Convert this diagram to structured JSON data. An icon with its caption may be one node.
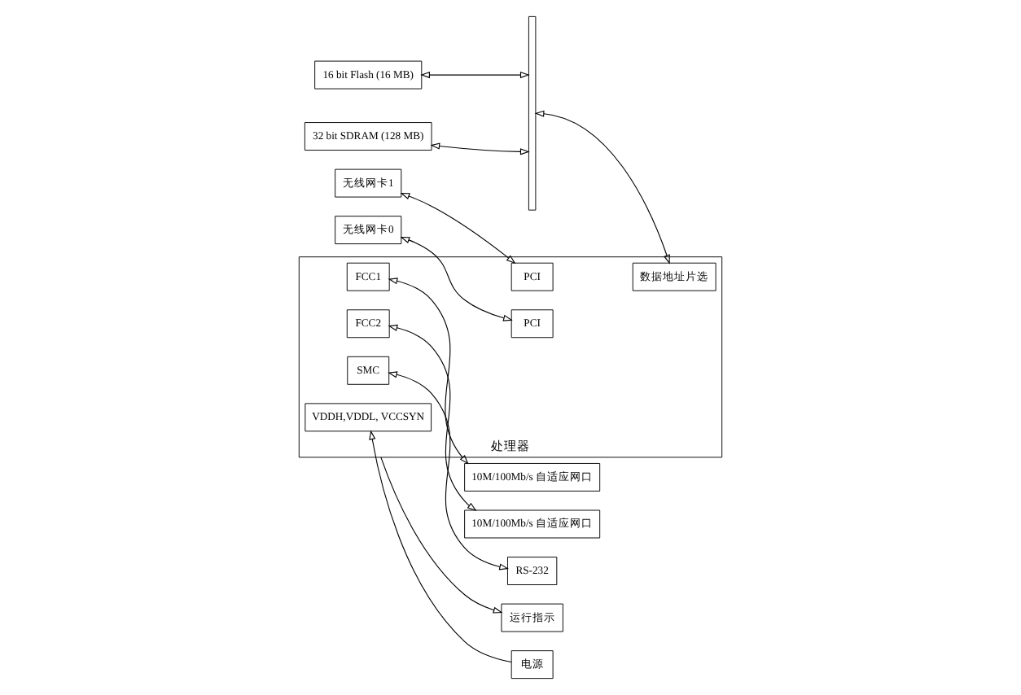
{
  "diagram": {
    "nodes": [
      {
        "text": [
          "处理器"
        ]
      },
      {
        "text": [
          "无线网卡1"
        ]
      },
      {
        "text": [
          "PCI"
        ],
        "in": 0
      },
      {
        "text": [
          "FCC1"
        ],
        "in": 0
      },
      {
        "text": [
          "10M/100Mb/s 自适应网口"
        ]
      },
      {
        "text": [
          "无线网卡0"
        ]
      },
      {
        "text": [
          "PCI"
        ],
        "in": 0
      },
      {
        "text": [
          "FCC2"
        ],
        "in": 0
      },
      {
        "text": [
          "10M/100Mb/s 自适应网口"
        ]
      },
      {
        "text": [
          "SMC"
        ],
        "in": 0
      },
      {
        "text": [
          "RS-232"
        ]
      },
      {
        "text": [
          "16 bit Flash (16 MB)"
        ]
      },
      {
        "text": [],
        "shape": "bar"
      },
      {
        "text": [
          "数据地址片选"
        ],
        "in": 0
      },
      {
        "text": [
          "VDDH,VDDL, VCCSYN"
        ],
        "in": 0
      },
      {
        "text": [
          "电源"
        ]
      },
      {
        "text": [
          "32 bit SDRAM (128 MB)"
        ]
      },
      {
        "text": [
          "运行指示"
        ]
      }
    ],
    "edges": [
      {
        "from": 1,
        "to": 2,
        "arrow": "both"
      },
      {
        "from": 3,
        "to": 4,
        "arrow": "both"
      },
      {
        "from": 5,
        "to": 6,
        "arrow": "both"
      },
      {
        "from": 7,
        "to": 8,
        "arrow": "both"
      },
      {
        "from": 9,
        "to": 10,
        "arrow": "both"
      },
      {
        "from": 11,
        "to": 12,
        "arrow": "both"
      },
      {
        "from": 12,
        "to": 13,
        "arrow": "both"
      },
      {
        "from": 15,
        "to": 14,
        "arrow": "to"
      },
      {
        "from": 16,
        "to": 12,
        "arrow": "both"
      },
      {
        "from": 0,
        "to": 17,
        "arrow": "to"
      }
    ]
  }
}
